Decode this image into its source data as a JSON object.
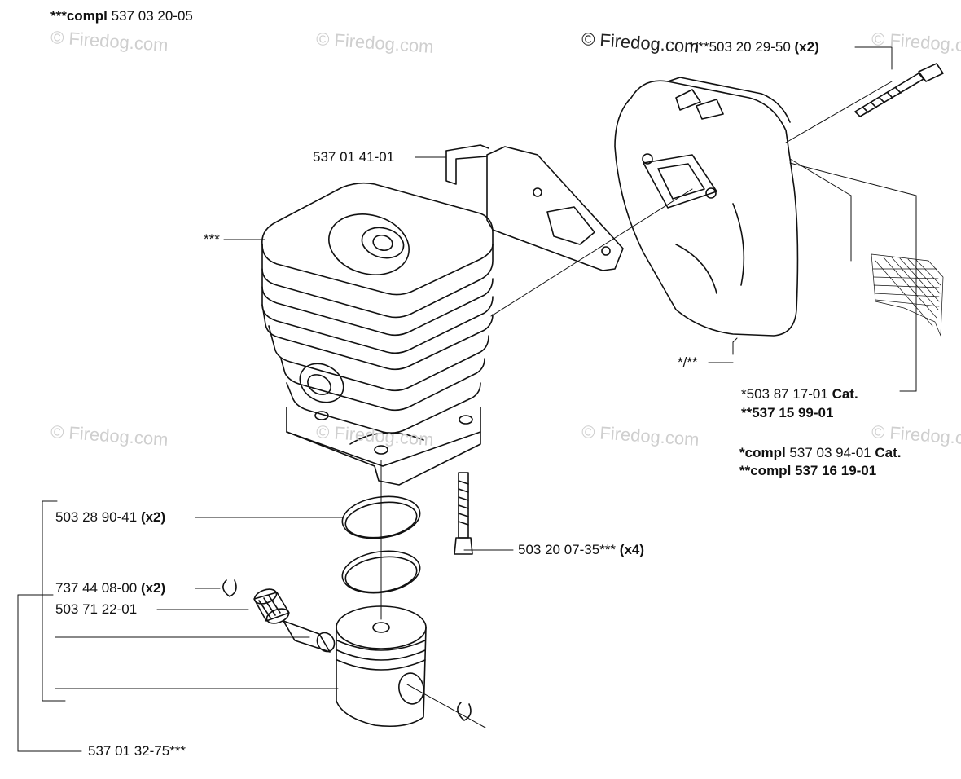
{
  "header": {
    "prefix": "***compl",
    "code": "537 03 20-05"
  },
  "watermark": "© Firedog.com",
  "labels": {
    "screw_top": {
      "code": "*/**503 20 29-50",
      "qty": "(x2)"
    },
    "gasket": {
      "code": "537 01 41-01"
    },
    "cylinder": {
      "code": "***"
    },
    "muffler": {
      "code": "*/**"
    },
    "screen_1": {
      "code": "*503 87 17-01",
      "suffix": "Cat."
    },
    "screen_2": {
      "code": "**537 15 99-01"
    },
    "compl_1": {
      "prefix": "*compl",
      "code": "537 03 94-01",
      "suffix": "Cat."
    },
    "compl_2": {
      "code": "**compl 537 16 19-01"
    },
    "rings": {
      "code": "503 28 90-41",
      "qty": "(x2)"
    },
    "screw_base": {
      "code": "503 20 07-35***",
      "qty": "(x4)"
    },
    "circlip": {
      "code": "737 44 08-00",
      "qty": "(x2)"
    },
    "bearing": {
      "code": "503 71 22-01"
    },
    "piston": {
      "code": "537 01 32-75***"
    }
  }
}
